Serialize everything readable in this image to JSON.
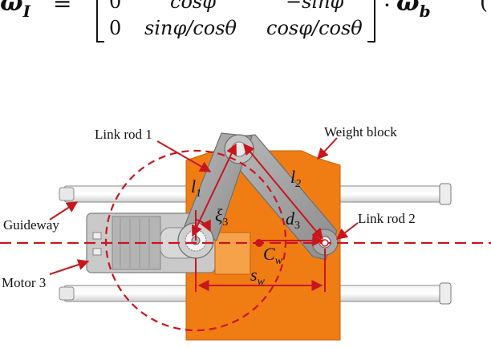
{
  "equation": {
    "lhs": "ω",
    "lhs_sub": "I",
    "equals": "=",
    "row1": [
      "0",
      "cosφ",
      "−sinφ"
    ],
    "row2": [
      "0",
      "sinφ/cosθ",
      "cosφ/cosθ"
    ],
    "times": "·",
    "rhs": "ω",
    "rhs_sub": "b",
    "eq_number_fragment": "("
  },
  "figure": {
    "labels": {
      "link_rod_1": "Link rod 1",
      "weight_block": "Weight block",
      "guideway": "Guideway",
      "link_rod_2": "Link rod 2",
      "motor_3": "Motor 3"
    },
    "symbols": {
      "l1": "l",
      "l1_sub": "1",
      "l2": "l",
      "l2_sub": "2",
      "xi3": "ξ",
      "xi3_sub": "3",
      "d3": "d",
      "d3_sub": "3",
      "cw": "C",
      "cw_sub": "w",
      "sw": "s",
      "sw_sub": "w"
    },
    "colors": {
      "annotation_red": "#c8161d",
      "weight_block_orange": "#f07d14",
      "link_gray": "#a0a0a0",
      "motor_orange_light": "#f5a24a"
    }
  }
}
